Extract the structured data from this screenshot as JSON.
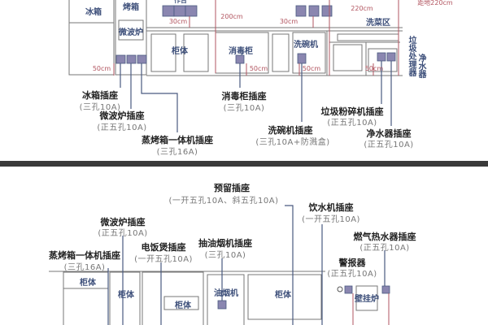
{
  "top": {
    "appliances": [
      "冰箱",
      "烤箱",
      "微波炉",
      "柜体",
      "消毒柜",
      "洗碗机",
      "洗菜区",
      "作台"
    ],
    "vertical_labels": [
      "垃圾处理器",
      "净水器"
    ],
    "dimensions": [
      "200cm",
      "30cm",
      "220cm",
      "距地220cm",
      "30cm",
      "50cm",
      "50cm",
      "50cm",
      "50cm"
    ],
    "sockets": [
      {
        "name": "冰箱插座",
        "spec": "(三孔10A)"
      },
      {
        "name": "微波炉插座",
        "spec": "(正五孔10A)"
      },
      {
        "name": "蒸烤箱一体机插座",
        "spec": "(三孔16A)"
      },
      {
        "name": "消毒柜插座",
        "spec": "(三孔10A)"
      },
      {
        "name": "洗碗机插座",
        "spec": "(三孔10A+防溅盒)"
      },
      {
        "name": "垃圾粉碎机插座",
        "spec": "(正五孔10A)"
      },
      {
        "name": "净水器插座",
        "spec": "(正五孔10A)"
      }
    ]
  },
  "bottom": {
    "appliances": [
      "柜体",
      "柜体",
      "柜体",
      "油烟机",
      "柜体",
      "壁挂炉"
    ],
    "sockets": [
      {
        "name": "预留插座",
        "spec": "(一开五孔10A、斜五孔10A)"
      },
      {
        "name": "饮水机插座",
        "spec": "(一开五孔10A)"
      },
      {
        "name": "微波炉插座",
        "spec": "(正五孔10A)"
      },
      {
        "name": "电饭煲插座",
        "spec": "(一开五孔10A)"
      },
      {
        "name": "抽油烟机插座",
        "spec": "(三孔10A)"
      },
      {
        "name": "蒸烤箱一体机插座",
        "spec": "(三孔16A)"
      },
      {
        "name": "燃气热水器插座",
        "spec": "(正五孔10A)"
      },
      {
        "name": "警报器",
        "spec": "(正五孔10A)"
      }
    ]
  },
  "colors": {
    "line": "#4a5a80",
    "socket": "#8a86b0",
    "dimension": "#b25560",
    "divider": "#3a3a3a"
  }
}
